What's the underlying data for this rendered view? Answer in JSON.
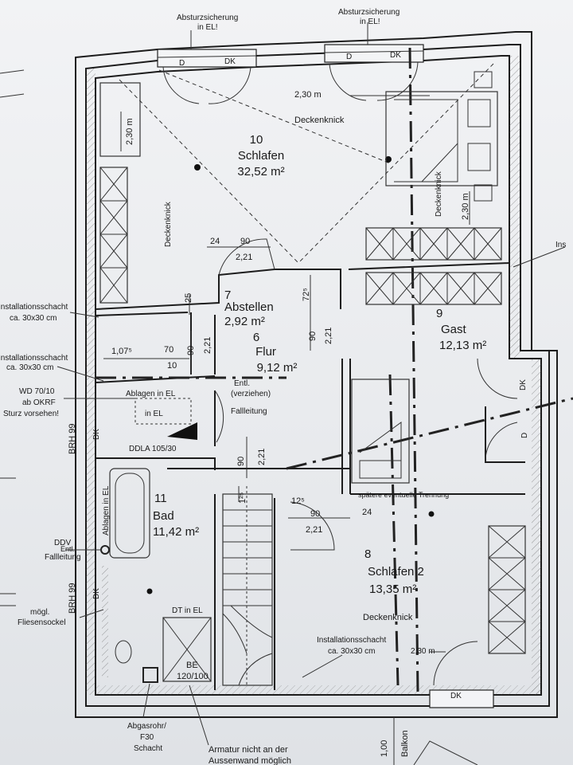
{
  "rooms": {
    "schlafen": {
      "number": "10",
      "name": "Schlafen",
      "area": "32,52 m²"
    },
    "abstellen": {
      "number": "7",
      "name": "Abstellen",
      "area": "2,92 m²"
    },
    "flur": {
      "number": "6",
      "name": "Flur",
      "area": "9,12 m²"
    },
    "gast": {
      "number": "9",
      "name": "Gast",
      "area": "12,13 m²"
    },
    "bad": {
      "number": "11",
      "name": "Bad",
      "area": "11,42 m²"
    },
    "schlafen2": {
      "number": "8",
      "name": "Schlafen 2",
      "area": "13,35 m²"
    }
  },
  "labels": {
    "absturz1": "Absturzsicherung",
    "absturz1b": "in EL!",
    "absturz2": "Absturzsicherung",
    "absturz2b": "in EL!",
    "d1": "D",
    "dk1": "DK",
    "d2": "D",
    "dk2": "DK",
    "d3": "D",
    "dk3": "DK",
    "dk4": "DK",
    "dk5": "DK",
    "dk6": "DK",
    "deckenknick_top": "Deckenknick",
    "deckenknick_left": "Deckenknick",
    "deckenknick_right": "Deckenknick",
    "deckenknick_bottom": "Deckenknick",
    "install1": "Installationsschacht",
    "install1b": "ca. 30x30 cm",
    "install2": "Installationsschacht",
    "install2b": "ca. 30x30 cm",
    "install3": "Installationsschacht",
    "install3b": "ca. 30x30 cm",
    "wd1": "WD 70/10",
    "wd2": "ab OKRF",
    "wd3": "Sturz vorsehen!",
    "brh1": "BRH 99",
    "brh2": "BRH 99",
    "ablagen_el": "Ablagen in EL",
    "in_el": "in EL",
    "entl": "Entl.",
    "verziehen": "(verziehen)",
    "fallleitung": "Fallleitung",
    "ddla": "DDLA 105/30",
    "ablagen_el_v": "Ablagen in EL",
    "ddv": "DDV",
    "entl2": "Entl.",
    "fallleitung2": "Fallleitung",
    "moegl": "mögl.",
    "fliesensockel": "Fliesensockel",
    "dt_el": "DT in EL",
    "be": "BE",
    "be_dim": "120/100",
    "spaetere": "spätere eventuelle Trennung",
    "abgasrohr": "Abgasrohr/",
    "f30": "F30",
    "schacht": "Schacht",
    "armatur1": "Armatur nicht an der",
    "armatur2": "Aussenwand möglich",
    "balkon": "Balkon",
    "in_right": "Ins",
    "dim_100": "1,00"
  },
  "dims": {
    "d230_top": "2,30 m",
    "d230_left": "2,30 m",
    "d230_right": "2,30 m",
    "d230_bottom": "2,30 m",
    "d24a": "24",
    "d90a": "90",
    "d221a": "2,21",
    "d25": "25",
    "d725": "72⁵",
    "d90b": "90",
    "d221b": "2,21",
    "d1075": "1,07⁵",
    "d70": "70",
    "d10": "10",
    "d90c": "90",
    "d221c": "2,21",
    "d90d": "90",
    "d221d": "2,21",
    "d125a": "1²⁵",
    "d125b": "12⁵",
    "d90e": "90",
    "d221e": "2,21",
    "d24b": "24"
  }
}
